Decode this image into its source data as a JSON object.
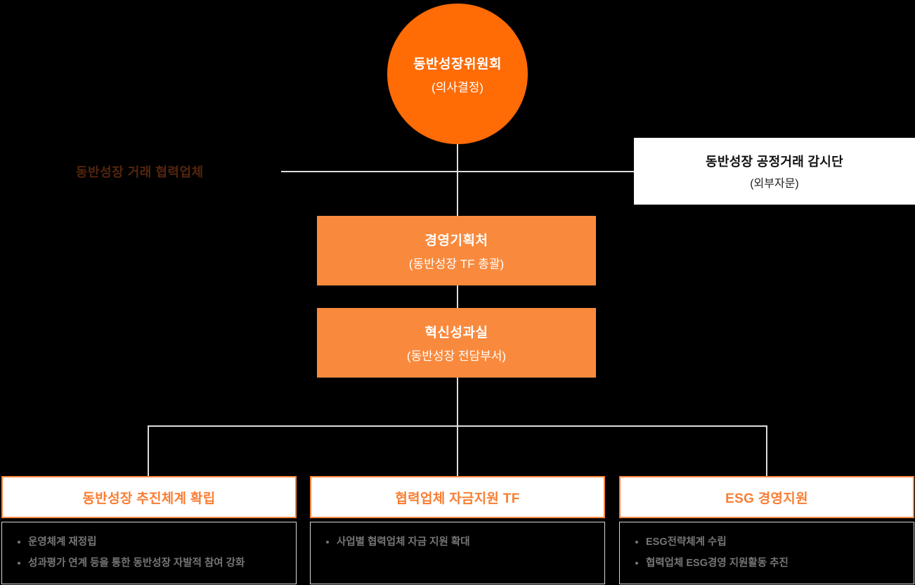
{
  "colors": {
    "background": "#000000",
    "root_orange": "#FF6B05",
    "box_orange": "#F98A3D",
    "header_border_orange": "#F8853C",
    "header_text_orange": "#F97E33",
    "dim_label_orange": "#54250D",
    "connector_line": "#DDDDDD",
    "muted_gray_text": "#767676",
    "white": "#FFFFFF"
  },
  "org_chart": {
    "root": {
      "title": "동반성장위원회",
      "subtitle": "(의사결정)"
    },
    "left_label": "동반성장 거래 협력업체",
    "advisor": {
      "title": "동반성장 공정거래 감시단",
      "subtitle": "(외부자문)"
    },
    "level2": {
      "title": "경영기획처",
      "subtitle": "(동반성장 TF 총괄)"
    },
    "level3": {
      "title": "혁신성과실",
      "subtitle": "(동반성장 전담부서)"
    },
    "branches": [
      {
        "title": "동반성장 추진체계 확립",
        "items": [
          "운영체계 재정립",
          "성과평가 연계 등을 통한 동반성장 자발적 참여 강화"
        ]
      },
      {
        "title": "협력업체 자금지원 TF",
        "items": [
          "사업별 협력업체 자금 지원 확대"
        ]
      },
      {
        "title": "ESG 경영지원",
        "items": [
          "ESG전략체계 수립",
          "협력업체 ESG경영 지원활동 추진"
        ]
      }
    ]
  }
}
